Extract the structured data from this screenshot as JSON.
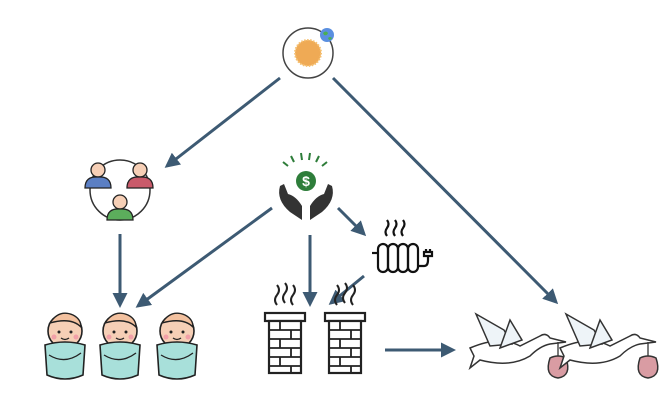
{
  "diagram": {
    "nodes": [
      {
        "id": "sun-earth",
        "icon": "sun-earth-icon"
      },
      {
        "id": "people",
        "icon": "people-network-icon"
      },
      {
        "id": "money",
        "icon": "money-hands-icon"
      },
      {
        "id": "radiator",
        "icon": "electric-radiator-icon"
      },
      {
        "id": "babies",
        "icon": "babies-icon"
      },
      {
        "id": "chimneys",
        "icon": "chimney-icon"
      },
      {
        "id": "storks",
        "icon": "stork-icon"
      }
    ],
    "edges": [
      [
        "sun-earth",
        "people"
      ],
      [
        "sun-earth",
        "storks"
      ],
      [
        "people",
        "babies"
      ],
      [
        "money",
        "babies"
      ],
      [
        "money",
        "chimneys"
      ],
      [
        "money",
        "radiator"
      ],
      [
        "radiator",
        "chimneys"
      ],
      [
        "chimneys",
        "storks"
      ]
    ]
  },
  "colors": {
    "arrow": "#3d5a73",
    "sun": "#efaa55",
    "money": "#2e7d3a",
    "baby_wrap": "#a8e0da",
    "bag": "#d99ca3",
    "icon_dark": "#222222"
  }
}
